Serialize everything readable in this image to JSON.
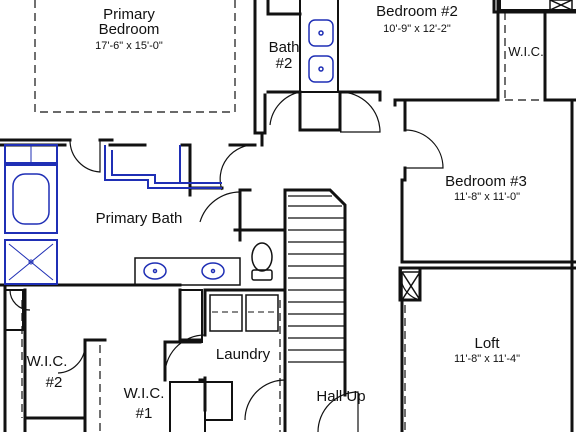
{
  "rooms": {
    "primary_bedroom": {
      "name_line1": "Primary",
      "name_line2": "Bedroom",
      "dims": "17'-6\" x 15'-0\""
    },
    "bath2": {
      "name_line1": "Bath",
      "name_line2": "#2"
    },
    "bedroom2": {
      "name": "Bedroom #2",
      "dims": "10'-9\" x 12'-2\""
    },
    "wic_top": {
      "name": "W.I.C."
    },
    "bedroom3": {
      "name": "Bedroom #3",
      "dims": "11'-8\" x 11'-0\""
    },
    "primary_bath": {
      "name": "Primary Bath"
    },
    "laundry": {
      "name": "Laundry"
    },
    "loft": {
      "name": "Loft",
      "dims": "11'-8\" x 11'-4\""
    },
    "wic2": {
      "name_line1": "W.I.C.",
      "name_line2": "#2"
    },
    "wic1": {
      "name_line1": "W.I.C.",
      "name_line2": "#1"
    },
    "hall": {
      "name": "Hall Up"
    }
  },
  "colors": {
    "wall": "#111111",
    "fixture_highlight": "#1f2fb5",
    "background": "#ffffff"
  }
}
